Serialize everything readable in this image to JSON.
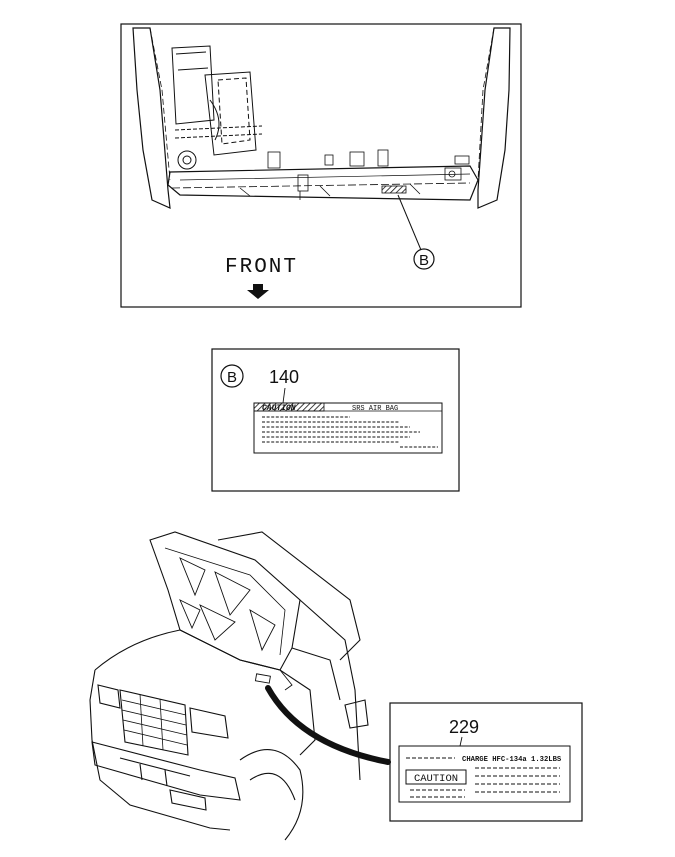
{
  "top_panel": {
    "front_label": "FRONT",
    "callout_letter": "B"
  },
  "detail_b": {
    "callout_letter": "B",
    "part_number": "140",
    "label_caution": "CAUTION",
    "label_title": "SRS AIR BAG"
  },
  "detail_229": {
    "part_number": "229",
    "label_charge": "CHARGE HFC-134a 1.32LBS",
    "label_caution": "CAUTION"
  }
}
